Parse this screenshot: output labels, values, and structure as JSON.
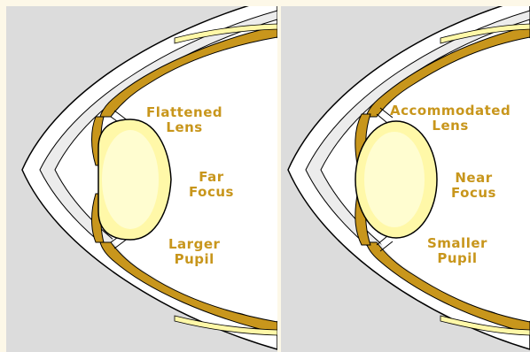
{
  "colors": {
    "background": "#dcdcdc",
    "sclera": "#ffffff",
    "sclera_band": "#ececec",
    "outline": "#000000",
    "ciliary": "#c8961c",
    "lens_outer": "#fff8a8",
    "lens_inner": "#fffdd0",
    "label": "#c8961c",
    "border": "#fdf8e8"
  },
  "left_panel": {
    "lens_label_line1": "Flattened",
    "lens_label_line2": "Lens",
    "focus_label_line1": "Far",
    "focus_label_line2": "Focus",
    "pupil_label_line1": "Larger",
    "pupil_label_line2": "Pupil"
  },
  "right_panel": {
    "lens_label_line1": "Accommodated",
    "lens_label_line2": "Lens",
    "focus_label_line1": "Near",
    "focus_label_line2": "Focus",
    "pupil_label_line1": "Smaller",
    "pupil_label_line2": "Pupil"
  }
}
